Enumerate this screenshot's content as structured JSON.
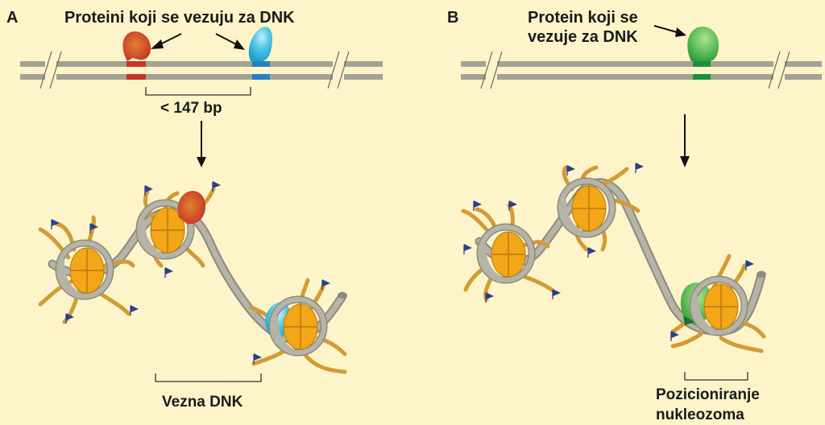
{
  "panel_a": {
    "letter": "A",
    "binding_proteins_label": "Proteini koji se vezuju za DNK",
    "distance_label": "< 147 bp",
    "linker_label": "Vezna DNK"
  },
  "panel_b": {
    "letter": "B",
    "binding_protein_label_line1": "Protein koji se",
    "binding_protein_label_line2": "vezuje za DNK",
    "positioning_label_line1": "Pozicioniranje",
    "positioning_label_line2": "nukleozoma"
  },
  "colors": {
    "background": "#fdf5c9",
    "dna": "#a3a294",
    "histone": "#f2a618",
    "tail": "#d59a36",
    "flag": "#2b3f8f",
    "protein_red": "#c7352a",
    "protein_cyan": "#2cb6dc",
    "protein_green": "#3aa83c"
  }
}
